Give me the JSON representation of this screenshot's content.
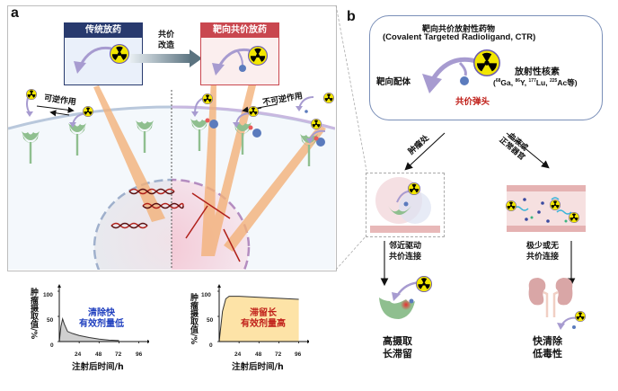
{
  "panels": {
    "a": "a",
    "b": "b"
  },
  "panel_a": {
    "conventional_box_title": "传统放药",
    "covalent_box_title": "靶向共价放药",
    "transform_label_line1": "共价",
    "transform_label_line2": "改造",
    "reversible_label": "可逆作用",
    "irreversible_label": "不可逆作用",
    "colors": {
      "conventional_header": "#283a6e",
      "conventional_fill": "#eaf0fa",
      "covalent_header": "#c9474f",
      "covalent_fill": "#fbeeee",
      "ligand": "#a79bd0",
      "receptor": "#8fbf8f",
      "warhead": "#5b7bbd",
      "beam": "#f3b27a",
      "radiation_yellow": "#f2e600"
    }
  },
  "charts": [
    {
      "ylabel": "肿瘤摄取值/%",
      "xlabel": "注射后时间/h",
      "yticks": [
        "0",
        "50",
        "100"
      ],
      "xticks": [
        "24",
        "48",
        "72",
        "96"
      ],
      "annotation_line1": "清除快",
      "annotation_line2": "有效剂量低",
      "annotation_color": "#1f3fbf"
    },
    {
      "ylabel": "肿瘤摄取值/%",
      "xlabel": "注射后时间/h",
      "yticks": [
        "0",
        "50",
        "100"
      ],
      "xticks": [
        "24",
        "48",
        "72",
        "96"
      ],
      "annotation_line1": "滞留长",
      "annotation_line2": "有效剂量高",
      "annotation_color": "#c0201a"
    }
  ],
  "chart_data": [
    {
      "type": "area",
      "title": "清除快 有效剂量低",
      "xlabel": "注射后时间/h",
      "ylabel": "肿瘤摄取值/%",
      "x": [
        0,
        2,
        4,
        6,
        10,
        16,
        24,
        36,
        48,
        60,
        72
      ],
      "values": [
        0,
        30,
        45,
        35,
        20,
        16,
        12,
        8,
        5,
        3,
        2
      ],
      "xlim": [
        0,
        104
      ],
      "ylim": [
        0,
        100
      ],
      "xticks": [
        24,
        48,
        72,
        96
      ],
      "yticks": [
        0,
        50,
        100
      ],
      "fill": "#cfcfcf"
    },
    {
      "type": "area",
      "title": "滞留长 有效剂量高",
      "xlabel": "注射后时间/h",
      "ylabel": "肿瘤摄取值/%",
      "x": [
        0,
        4,
        8,
        12,
        24,
        48,
        72,
        96
      ],
      "values": [
        0,
        60,
        85,
        90,
        90,
        88,
        86,
        84
      ],
      "xlim": [
        0,
        104
      ],
      "ylim": [
        0,
        100
      ],
      "xticks": [
        24,
        48,
        72,
        96
      ],
      "yticks": [
        0,
        50,
        100
      ],
      "fill": "#fde3a7"
    }
  ],
  "panel_b": {
    "title_cn": "靶向共价放射性药物",
    "title_en": "(Covalent Targeted Radioligand, CTR)",
    "ligand_label": "靶向配体",
    "warhead_label": "共价弹头",
    "nuclide_label": "放射性核素",
    "isotopes": [
      {
        "mass": "68",
        "symbol": "Ga"
      },
      {
        "mass": "86",
        "symbol": "Y"
      },
      {
        "mass": "177",
        "symbol": "Lu"
      },
      {
        "mass": "225",
        "symbol": "Ac"
      }
    ],
    "isotopes_suffix": "等",
    "tumor_arrow_label": "肿瘤处",
    "blood_arrow_label_line1": "血液或",
    "blood_arrow_label_line2": "正常器官",
    "tumor_step_line1": "邻近驱动",
    "tumor_step_line2": "共价连接",
    "blood_step_line1": "极少或无",
    "blood_step_line2": "共价连接",
    "tumor_result_line1": "高摄取",
    "tumor_result_line2": "长滞留",
    "blood_result_line1": "快清除",
    "blood_result_line2": "低毒性"
  }
}
